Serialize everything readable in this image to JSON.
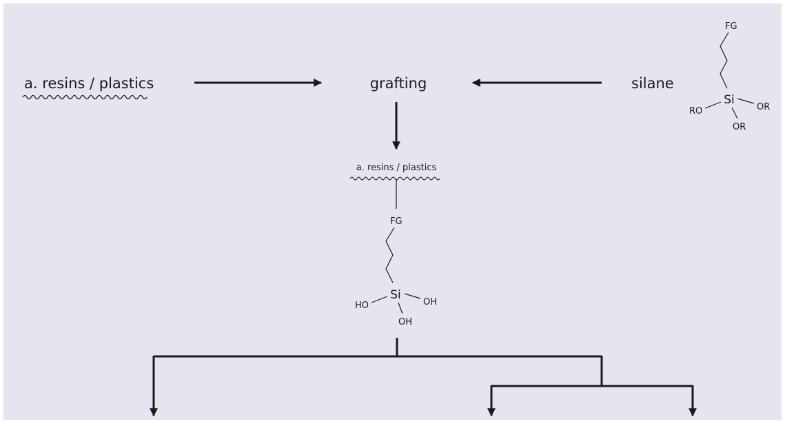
{
  "diagram": {
    "background_color": "#e8e4ef",
    "line_color": "#1a1a1a",
    "resin_label": "a. resins / plastics",
    "process_label": "grafting",
    "silane_label": "silane",
    "product_resin_label": "a. resins / plastics",
    "silane_molecule": {
      "functional_group": "FG",
      "center_atom": "Si",
      "substituent_left": "RO",
      "substituent_right": "OR",
      "substituent_bottom": "OR"
    },
    "grafted_molecule": {
      "functional_group": "FG",
      "center_atom": "Si",
      "substituent_left": "HO",
      "substituent_right": "OH",
      "substituent_bottom": "OH"
    }
  }
}
